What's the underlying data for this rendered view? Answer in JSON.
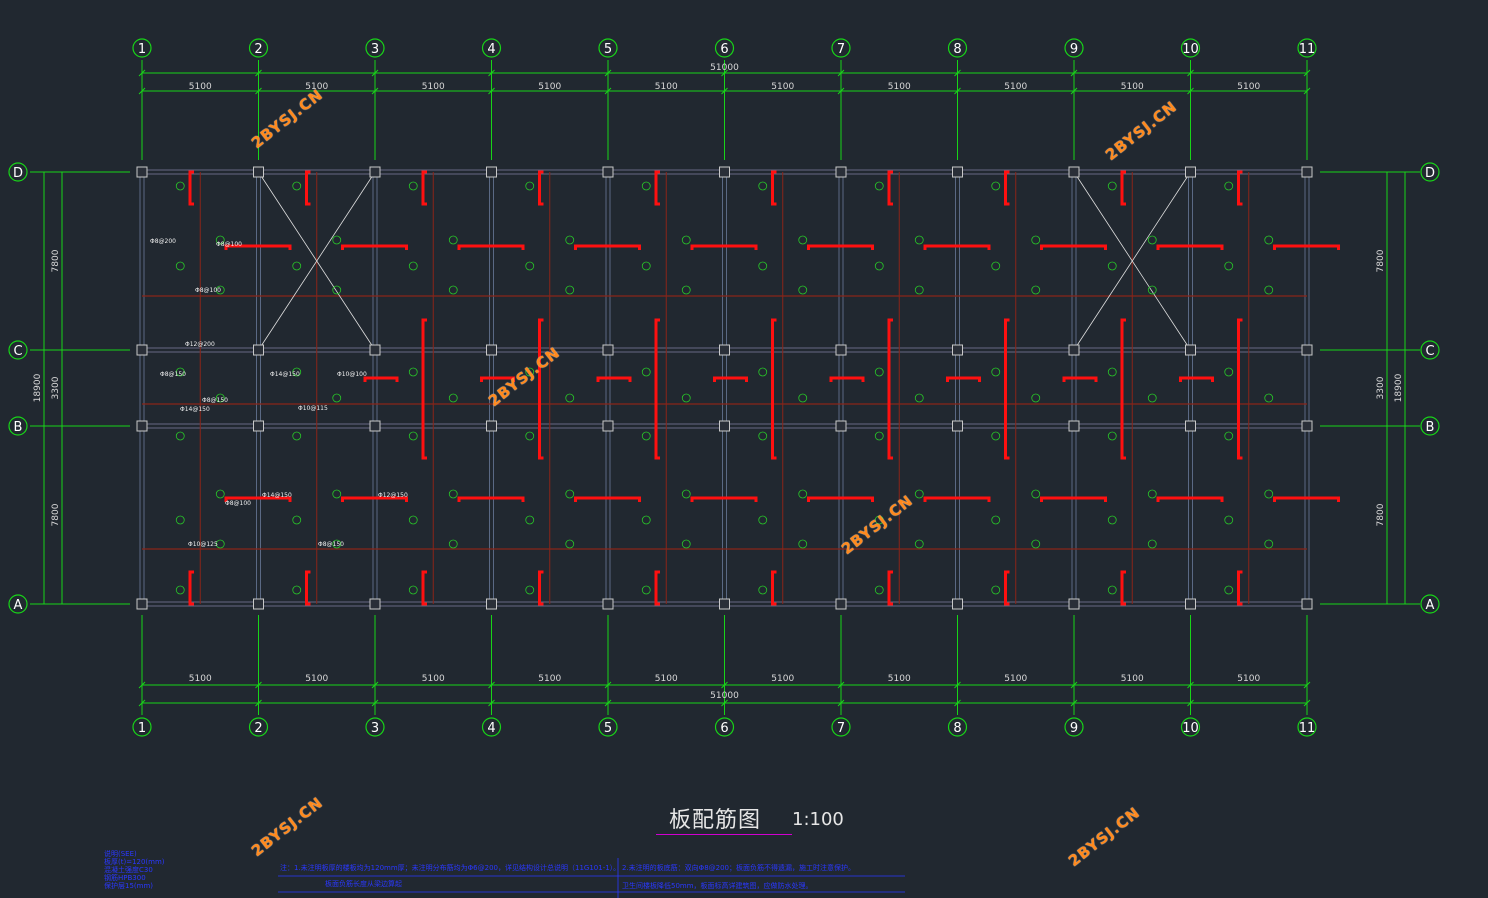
{
  "drawing": {
    "title": "板配筋图",
    "scale": "1:100",
    "watermark": "2BYSJ.CN",
    "axes_numeric": [
      "1",
      "2",
      "3",
      "4",
      "5",
      "6",
      "7",
      "8",
      "9",
      "10",
      "11"
    ],
    "axes_alpha": [
      "D",
      "C",
      "B",
      "A"
    ],
    "bay_dim": "5100",
    "total_dim": "51000",
    "right_dims": [
      "7800",
      "3300",
      "7800"
    ],
    "right_total": "18900",
    "left_dims": [
      "7800",
      "3300",
      "7800"
    ],
    "left_total": "18900",
    "rebar_labels": [
      "Φ8@200",
      "Φ8@100",
      "Φ10@100",
      "Φ8@150",
      "Φ14@150",
      "Φ12@150",
      "Φ10@125",
      "Φ10@115",
      "Φ12@200"
    ],
    "notes_left": [
      "说明(SEE)",
      "板厚(t)=120(mm)",
      "混凝土强度C30",
      "钢筋HPB300",
      "保护层15(mm)"
    ],
    "notes_mid": "注：1.未注明板厚的楼板均为120mm厚；未注明分布筋均为Φ6@200，详见结构设计总说明（11G101-1）。",
    "notes_mid2": "板面负筋长度从梁边算起",
    "notes_right": "2.未注明的板底筋：双向Φ8@200；板面负筋不得遗漏，施工时注意保护。",
    "notes_right2": "卫生间楼板降低50mm，板面标高详建筑图，应做防水处理。"
  },
  "colors": {
    "background": "#212830",
    "axis_green": "#18d418",
    "rebar_red": "#ff1010",
    "beam_darkred": "#8a2418",
    "column_gray": "#c8c8c8",
    "label_green": "#28c828",
    "title_magenta": "#d000d0",
    "notes_blue": "#2a38ff"
  }
}
